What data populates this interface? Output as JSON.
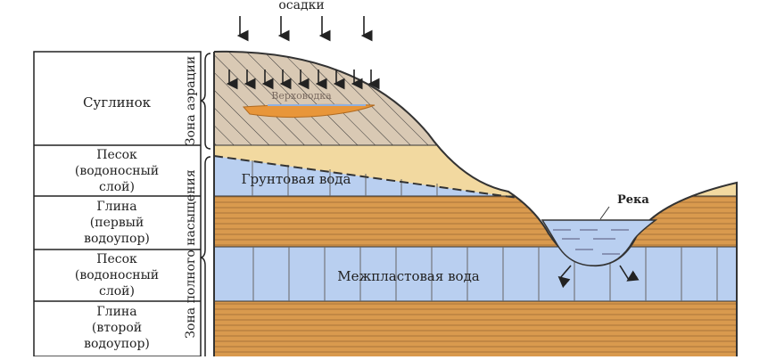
{
  "precipitation_label": "осадки",
  "legend": [
    {
      "label_lines": [
        "Суглинок"
      ]
    },
    {
      "label_lines": [
        "Песок",
        "(водоносный",
        "слой)"
      ]
    },
    {
      "label_lines": [
        "Глина",
        "(первый",
        "водоупор)"
      ]
    },
    {
      "label_lines": [
        "Песок",
        "(водоносный",
        "слой)"
      ]
    },
    {
      "label_lines": [
        "Глина",
        "(второй",
        "водоупор)"
      ]
    }
  ],
  "zones": {
    "aeration": "Зона аэрации",
    "saturation": "Зона полного насыщения"
  },
  "labels": {
    "perched_water": "Верховодка",
    "ground_water": "Грунтовая вода",
    "interstratal_water": "Межпластовая вода",
    "river": "Река"
  },
  "colors": {
    "loam": "#d9c9b4",
    "sand": "#f2d9a0",
    "water": "#b9cff0",
    "clay": "#d99a4e",
    "perched": "#e8963a"
  }
}
